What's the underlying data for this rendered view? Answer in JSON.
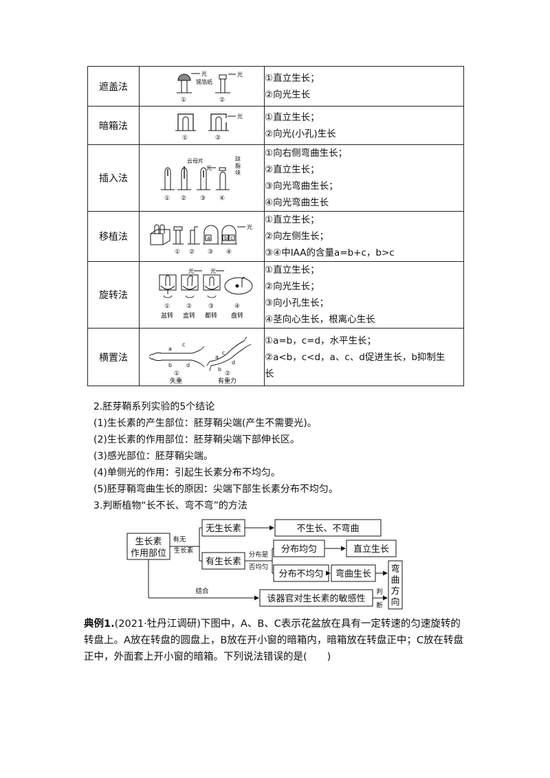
{
  "table": {
    "rows": [
      {
        "method": "遮盖法",
        "results": [
          "①直立生长；",
          "②向光生长"
        ],
        "fig_labels": [
          "光",
          "锡箔纸",
          "光",
          "①",
          "②"
        ]
      },
      {
        "method": "暗箱法",
        "results": [
          "①直立生长；",
          "②向光(小孔)生长"
        ],
        "fig_labels": [
          "光",
          "①",
          "②"
        ]
      },
      {
        "method": "插入法",
        "results": [
          "①向右侧弯曲生长；",
          "②直立生长；",
          "③向光弯曲生长；",
          "④向光弯曲生长"
        ],
        "fig_labels": [
          "云母片",
          "光",
          "琼",
          "脂",
          "块",
          "①",
          "②",
          "③",
          "④"
        ]
      },
      {
        "method": "移植法",
        "results": [
          "①直立生长；",
          "②向左侧生长；",
          "③④中IAA的含量a=b+c，b>c"
        ],
        "fig_labels": [
          "光",
          "a",
          "b",
          "c",
          "①",
          "②",
          "③",
          "④"
        ]
      },
      {
        "method": "旋转法",
        "results": [
          "①直立生长；",
          "②向光生长；",
          "③向小孔生长；",
          "④茎向心生长，根离心生长"
        ],
        "fig_labels": [
          "光",
          "光",
          "①",
          "②",
          "③",
          "④",
          "盆转",
          "盒转",
          "都转",
          "盘转"
        ]
      },
      {
        "method": "横置法",
        "results": [
          "①a=b，c=d，水平生长；",
          "②a<b，c<d，a、c、d促进生长，b抑制生",
          "长"
        ],
        "fig_labels": [
          "a",
          "b",
          "c",
          "d",
          "a",
          "b",
          "c",
          "d",
          "①",
          "②",
          "失重",
          "有重力"
        ]
      }
    ]
  },
  "section2": {
    "title": "2.胚芽鞘系列实验的5个结论",
    "items": [
      "(1)生长素的产生部位：胚芽鞘尖端(产生不需要光)。",
      "(2)生长素的作用部位：胚芽鞘尖端下部伸长区。",
      "(3)感光部位：胚芽鞘尖端。",
      "(4)单侧光的作用：引起生长素分布不均匀。",
      "(5)胚芽鞘弯曲生长的原因：尖端下部生长素分布不均匀。"
    ]
  },
  "section3": {
    "title": "3.判断植物“长不长、弯不弯”的方法"
  },
  "flow": {
    "start": [
      "生长素",
      "作用部位"
    ],
    "q1": [
      "有无",
      "生长素"
    ],
    "none": "无生长素",
    "no_growth": "不生长、不弯曲",
    "has": "有生长素",
    "q2": [
      "分布是",
      "否均匀"
    ],
    "even": "分布均匀",
    "straight": "直立生长",
    "uneven": "分布不均匀",
    "bend": "弯曲生长",
    "direction": [
      "弯",
      "曲",
      "方",
      "向"
    ],
    "combine": "结合",
    "sensitivity": "该器官对生长素的敏感性",
    "judge": [
      "判",
      "断"
    ]
  },
  "example": {
    "label": "典例1.",
    "text": "(2021·牡丹江调研)下图中，A、B、C表示花盆放在具有一定转速的匀速旋转的转盘上。A放在转盘的圆盘上，B放在开小窗的暗箱内，暗箱放在转盘正中；C放在转盘正中，外面套上开小窗的暗箱。下列说法错误的是(　　)"
  }
}
